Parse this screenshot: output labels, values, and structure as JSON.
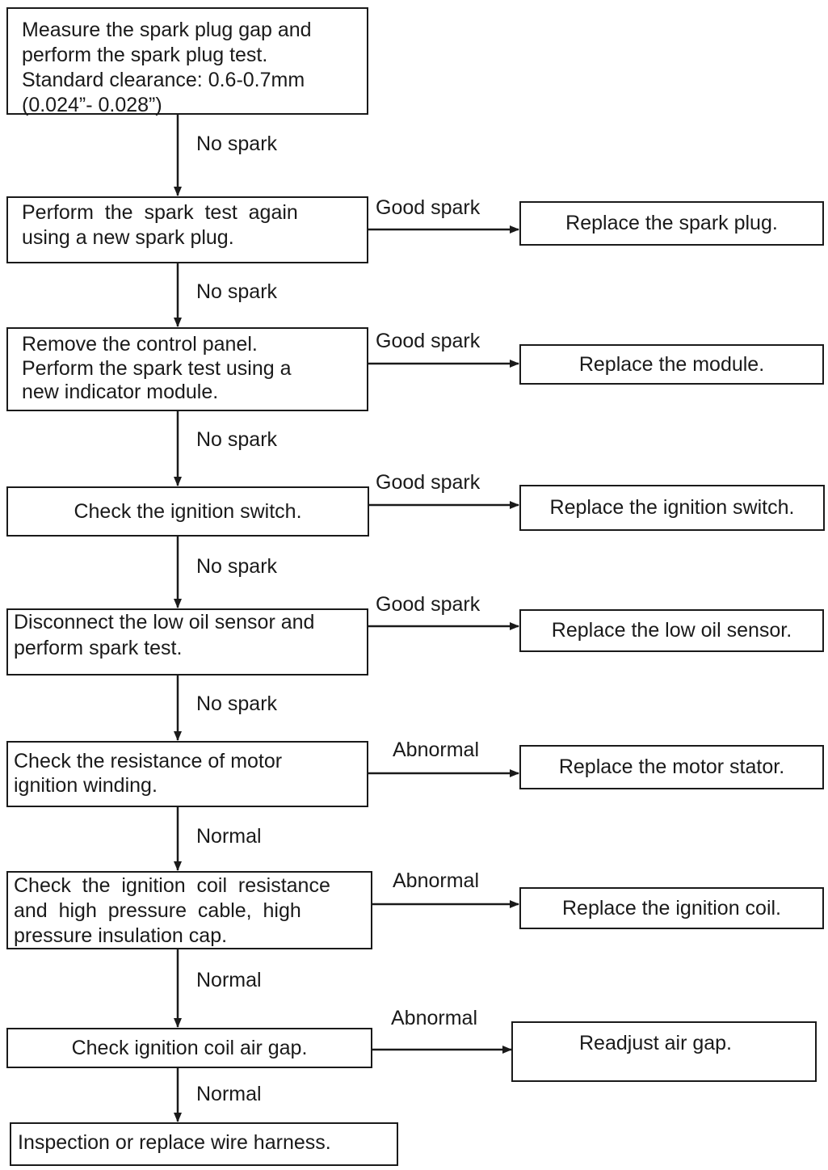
{
  "steps": [
    {
      "lines": [
        "Measure the spark plug gap and",
        "perform the spark plug test.",
        "Standard clearance: 0.6-0.7mm",
        "(0.024”- 0.028”)"
      ]
    },
    {
      "lines": [
        "Perform  the  spark  test  again",
        "using a new spark plug."
      ]
    },
    {
      "lines": [
        "Remove the control panel.",
        "Perform the spark test using a",
        "new indicator module."
      ]
    },
    {
      "lines": [
        "Check the ignition switch."
      ]
    },
    {
      "lines": [
        "Disconnect the low oil sensor and",
        "perform spark test."
      ]
    },
    {
      "lines": [
        "Check the resistance of motor",
        "ignition winding."
      ]
    },
    {
      "lines": [
        "Check  the  ignition  coil  resistance",
        "and  high  pressure  cable,  high",
        "pressure insulation cap."
      ]
    },
    {
      "lines": [
        "Check ignition coil air gap."
      ]
    },
    {
      "lines": [
        "Inspection or replace wire harness."
      ]
    }
  ],
  "actions": [
    "Replace the spark plug.",
    "Replace the module.",
    "Replace the ignition switch.",
    "Replace the low oil sensor.",
    "Replace the motor stator.",
    "Replace the ignition coil.",
    "Readjust air gap."
  ],
  "down_labels": [
    "No spark",
    "No spark",
    "No spark",
    "No spark",
    "No spark",
    "Normal",
    "Normal",
    "Normal"
  ],
  "right_labels": [
    "Good spark",
    "Good spark",
    "Good spark",
    "Good spark",
    "Abnormal",
    "Abnormal",
    "Abnormal"
  ],
  "colors": {
    "line": "#1a1a1a",
    "background": "#ffffff"
  }
}
